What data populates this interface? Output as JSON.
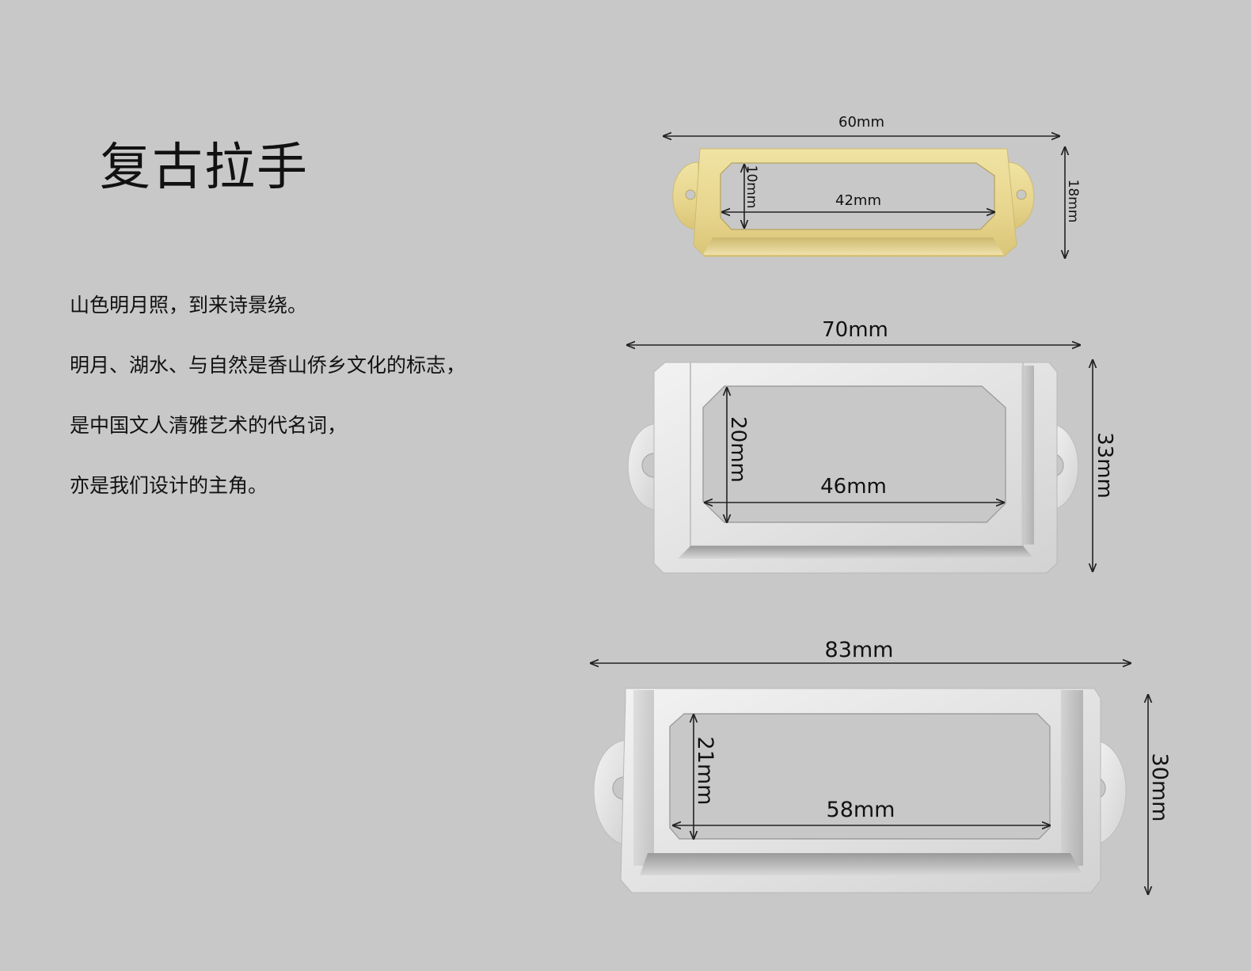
{
  "title": "复古拉手",
  "poem": [
    "山色明月照，到来诗景绕。",
    "明月、湖水、与自然是香山侨乡文化的标志，",
    "是中国文人清雅艺术的代名词，",
    "亦是我们设计的主角。"
  ],
  "handles": [
    {
      "name": "gold",
      "finish": "gold",
      "overall_width": "60mm",
      "overall_height": "18mm",
      "window_width": "42mm",
      "window_height": "10mm"
    },
    {
      "name": "silver-medium",
      "finish": "silver",
      "overall_width": "70mm",
      "overall_height": "33mm",
      "window_width": "46mm",
      "window_height": "20mm"
    },
    {
      "name": "silver-large",
      "finish": "silver",
      "overall_width": "83mm",
      "overall_height": "30mm",
      "window_width": "58mm",
      "window_height": "21mm"
    }
  ],
  "colors": {
    "background": "#c8c8c8",
    "gold": "#e6d489",
    "silver": "#e4e4e4",
    "dimension_line": "#222222"
  }
}
